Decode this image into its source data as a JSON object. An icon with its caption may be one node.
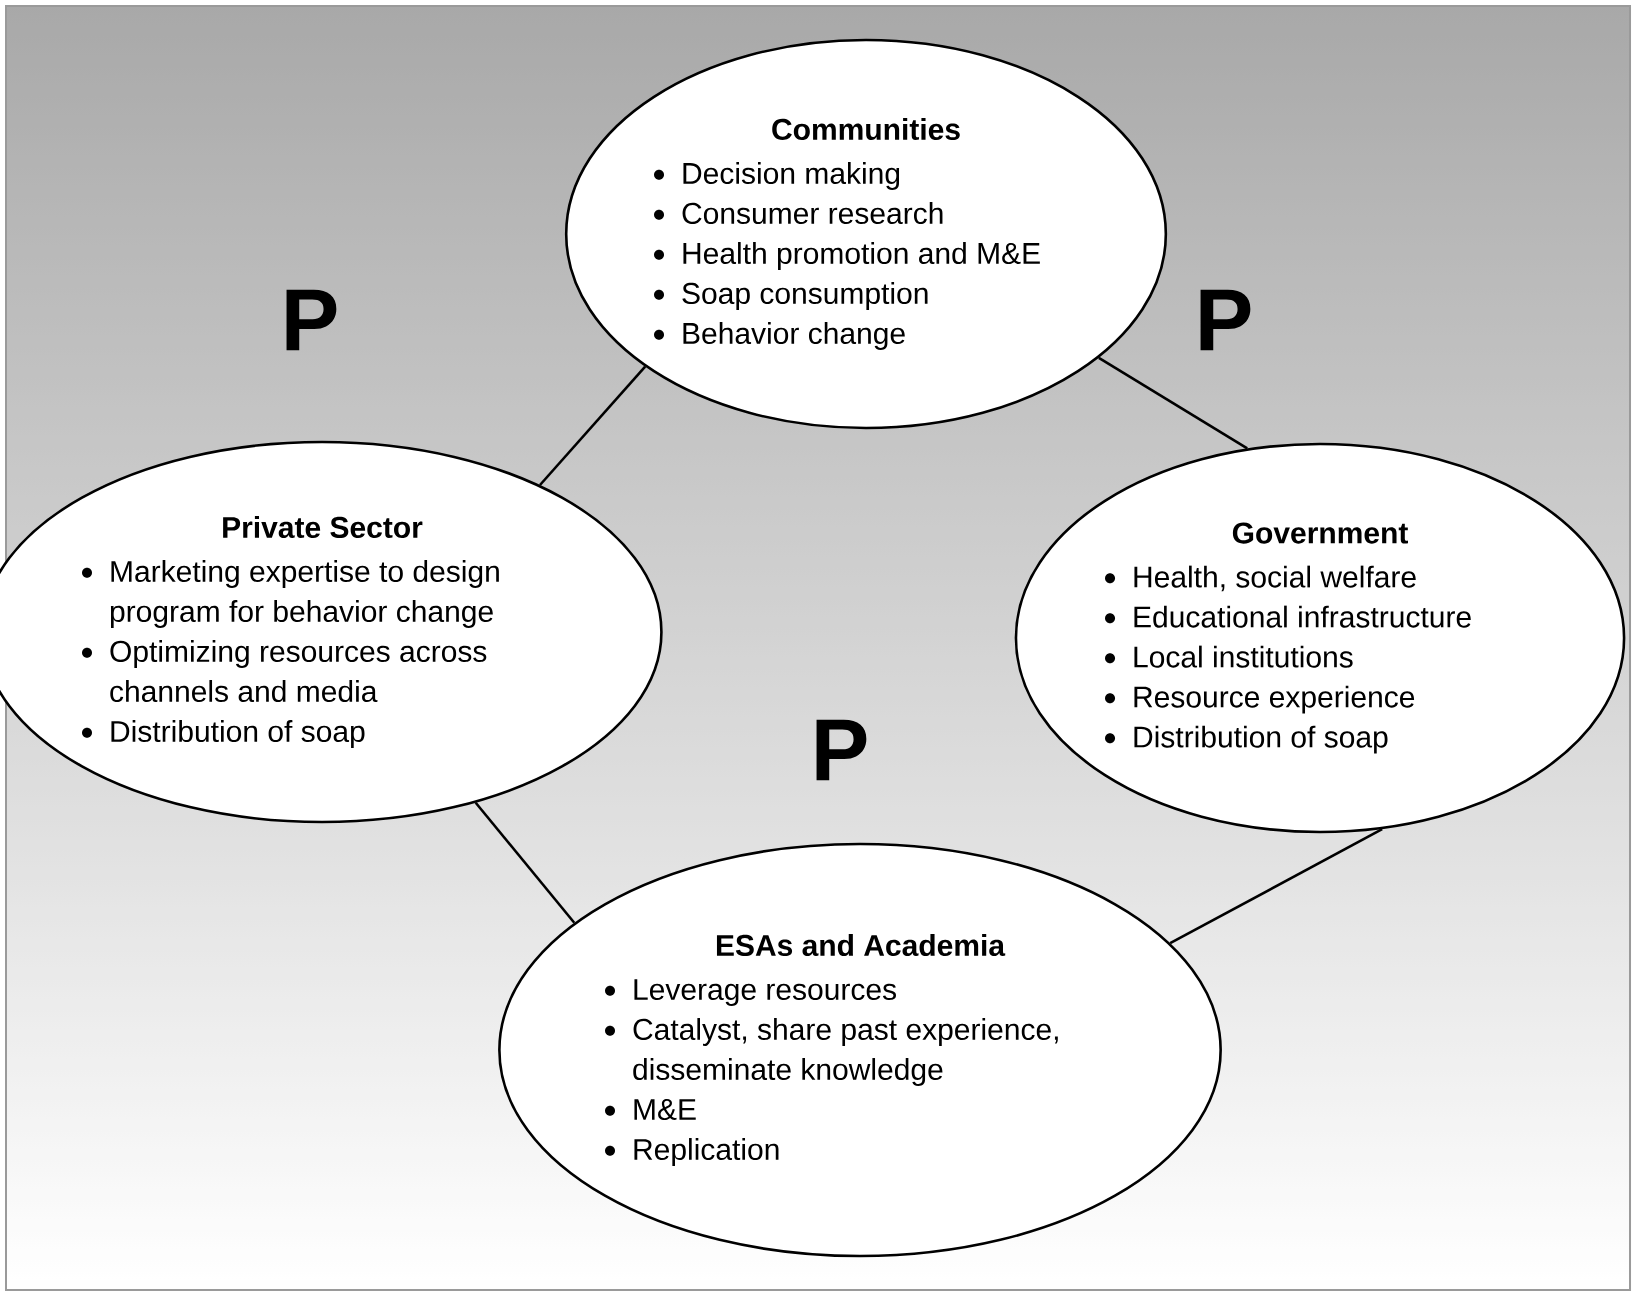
{
  "diagram": {
    "nodes": [
      {
        "text": [
          "Communities",
          "Decision making",
          "Consumer research",
          "Health promotion and M&E",
          "Soap consumption",
          "Behavior change"
        ]
      },
      {
        "text": [
          "Private Sector",
          "Marketing expertise to design program for behavior change",
          "Optimizing resources across channels and media",
          "Distribution of soap"
        ]
      },
      {
        "text": [
          "Government",
          "Health, social welfare",
          "Educational infrastructure",
          "Local institutions",
          "Resource experience",
          "Distribution of soap"
        ]
      },
      {
        "text": [
          "ESAs and Academia",
          "Leverage resources",
          "Catalyst, share past experience, disseminate knowledge",
          "M&E",
          "Replication"
        ]
      }
    ],
    "edges": [
      {
        "from": 0,
        "to": 1,
        "arrow": "none"
      },
      {
        "from": 0,
        "to": 2,
        "arrow": "none"
      },
      {
        "from": 1,
        "to": 3,
        "arrow": "none"
      },
      {
        "from": 2,
        "to": 3,
        "arrow": "none"
      }
    ],
    "labels": [
      "P",
      "P",
      "P"
    ]
  }
}
